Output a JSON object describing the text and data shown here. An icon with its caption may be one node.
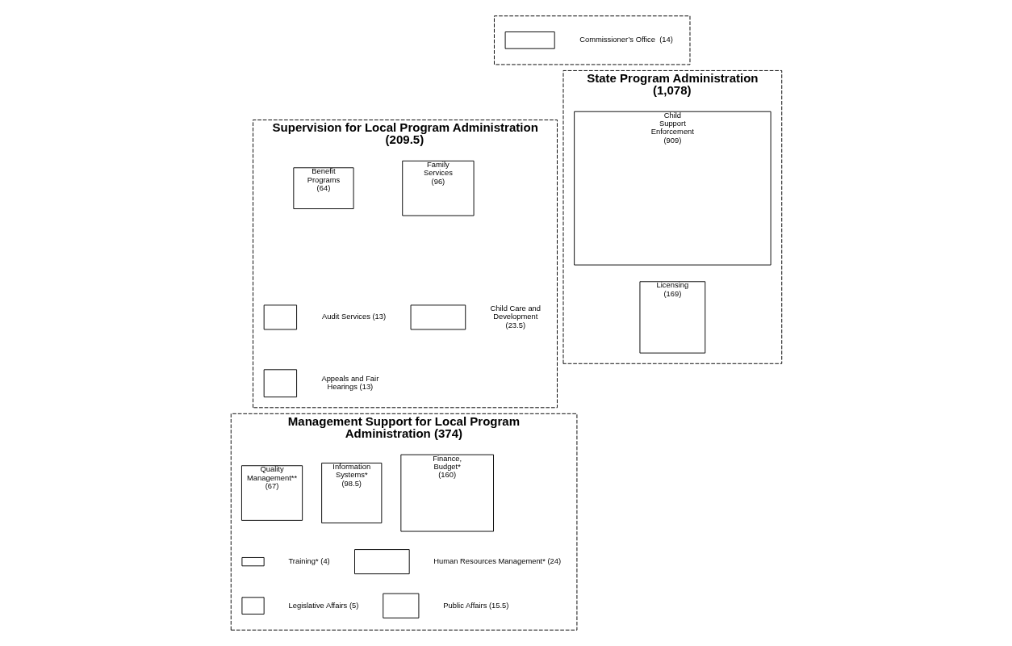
{
  "diagram": {
    "nodes": [
      {
        "text": [],
        "shape": "box"
      },
      {
        "text": [],
        "shape": "box",
        "beside": [
          "Commissioner’s Office  (14)"
        ],
        "in": 0
      },
      {
        "text": [
          "Supervision for Local Program Administration (209.5)"
        ]
      },
      {
        "text": [
          "Family Services (96)"
        ],
        "in": 2
      },
      {
        "text": [
          "Benefit Programs (64)"
        ],
        "in": 2
      },
      {
        "text": [],
        "shape": "box",
        "beside": [
          "Child Care and Development (23.5)"
        ],
        "in": 2
      },
      {
        "text": [],
        "shape": "box",
        "beside": [
          "Audit Services (13)"
        ],
        "in": 2
      },
      {
        "text": [],
        "shape": "box",
        "beside": [
          "Appeals and Fair Hearings (13)"
        ],
        "in": 2
      },
      {
        "text": [
          "State Program Administration (1,078)"
        ]
      },
      {
        "text": [
          "Child Support Enforcement (909)"
        ],
        "in": 8
      },
      {
        "text": [
          "Licensing (169)"
        ],
        "in": 8
      },
      {
        "text": [
          "Management Support for Local Program Administration (374)"
        ]
      },
      {
        "text": [
          "Finance, Budget* (160)"
        ],
        "in": 11
      },
      {
        "text": [
          "Quality Management** (67)"
        ],
        "in": 11
      },
      {
        "text": [
          "Information Systems* (98.5)"
        ],
        "in": 11
      },
      {
        "text": [],
        "shape": "box",
        "beside": [
          "Human Resources Management* (24)"
        ],
        "in": 11
      },
      {
        "text": [],
        "shape": "box",
        "beside": [
          "Training* (4)"
        ],
        "in": 11
      },
      {
        "text": [],
        "shape": "box",
        "beside": [
          "Public Affairs (15.5)"
        ],
        "in": 11
      },
      {
        "text": [],
        "shape": "box",
        "beside": [
          "Legislative Affairs (5)"
        ],
        "in": 11
      }
    ],
    "edges": []
  }
}
